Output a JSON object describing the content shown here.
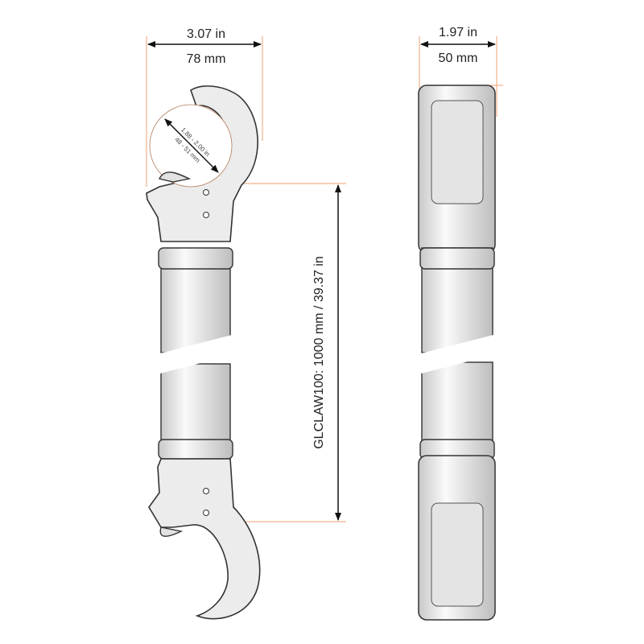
{
  "side_view": {
    "width_in": "3.07 in",
    "width_mm": "78 mm",
    "opening_in": "1.88 - 2.00 in",
    "opening_mm": "48 - 51 mm",
    "length_label": "GLCLAW100: 1000 mm / 39.37 in"
  },
  "front_view": {
    "width_in": "1.97 in",
    "width_mm": "50 mm"
  },
  "colors": {
    "extension_lines": "#f0a070",
    "part_fill": "#ececec",
    "outline": "#333333"
  }
}
